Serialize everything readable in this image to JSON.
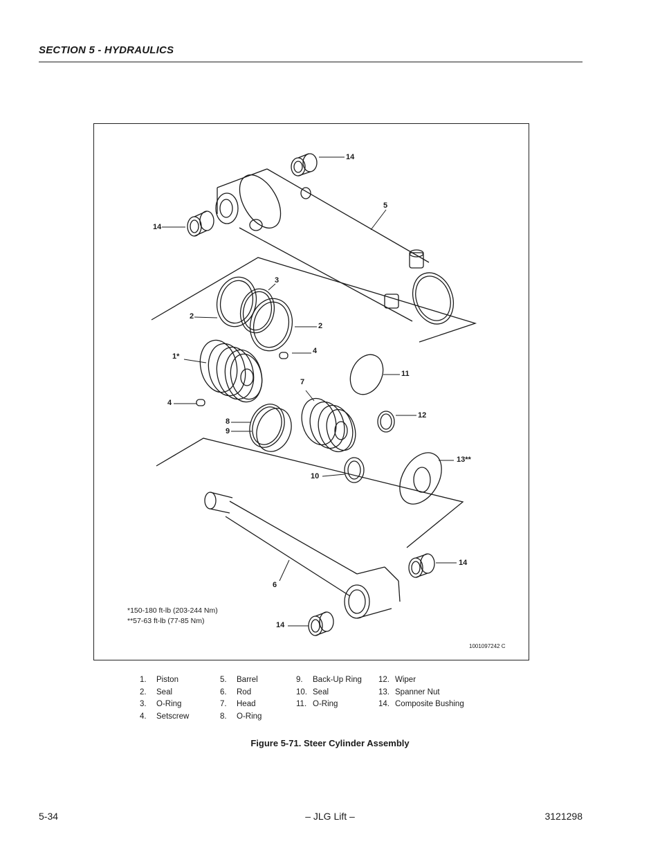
{
  "header": {
    "section_title": "SECTION 5 - HYDRAULICS"
  },
  "figure": {
    "callouts": {
      "c14a": "14",
      "c5": "5",
      "c14b": "14",
      "c3": "3",
      "c2a": "2",
      "c2b": "2",
      "c1": "1*",
      "c4a": "4",
      "c7": "7",
      "c11": "11",
      "c4b": "4",
      "c12": "12",
      "c8": "8",
      "c9": "9",
      "c13": "13**",
      "c10": "10",
      "c14c": "14",
      "c6": "6",
      "c14d": "14"
    },
    "torque_notes": [
      "*150-180 ft-lb (203-244 Nm)",
      "**57-63 ft-lb (77-85 Nm)"
    ],
    "drawing_number": "1001097242 C"
  },
  "legend": {
    "columns": [
      [
        {
          "num": "1.",
          "label": "Piston"
        },
        {
          "num": "2.",
          "label": "Seal"
        },
        {
          "num": "3.",
          "label": "O-Ring"
        },
        {
          "num": "4.",
          "label": "Setscrew"
        }
      ],
      [
        {
          "num": "5.",
          "label": "Barrel"
        },
        {
          "num": "6.",
          "label": "Rod"
        },
        {
          "num": "7.",
          "label": "Head"
        },
        {
          "num": "8.",
          "label": "O-Ring"
        }
      ],
      [
        {
          "num": "9.",
          "label": "Back-Up Ring"
        },
        {
          "num": "10.",
          "label": "Seal"
        },
        {
          "num": "11.",
          "label": "O-Ring"
        }
      ],
      [
        {
          "num": "12.",
          "label": "Wiper"
        },
        {
          "num": "13.",
          "label": "Spanner Nut"
        },
        {
          "num": "14.",
          "label": "Composite Bushing"
        }
      ]
    ]
  },
  "caption": "Figure 5-71.  Steer Cylinder Assembly",
  "footer": {
    "page": "5-34",
    "center": "– JLG Lift –",
    "doc_number": "3121298"
  }
}
